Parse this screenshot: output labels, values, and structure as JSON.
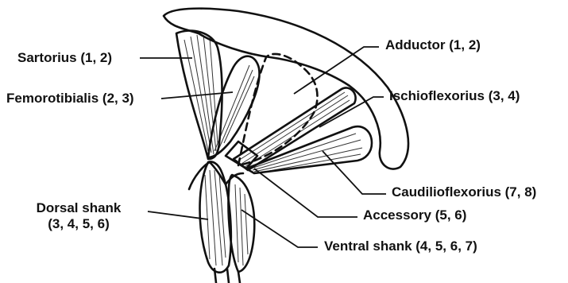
{
  "colors": {
    "ink": "#111111",
    "background": "#ffffff"
  },
  "labels": {
    "sartorius": "Sartorius (1, 2)",
    "femorotibialis": "Femorotibialis (2, 3)",
    "adductor": "Adductor (1, 2)",
    "ischioflexorius": "Ischioflexorius (3, 4)",
    "caudilioflexorius": "Caudilioflexorius (7, 8)",
    "accessory": "Accessory (5, 6)",
    "dorsal_shank_line1": "Dorsal shank",
    "dorsal_shank_line2": "(3, 4, 5, 6)",
    "ventral_shank": "Ventral shank (4, 5, 6, 7)"
  }
}
